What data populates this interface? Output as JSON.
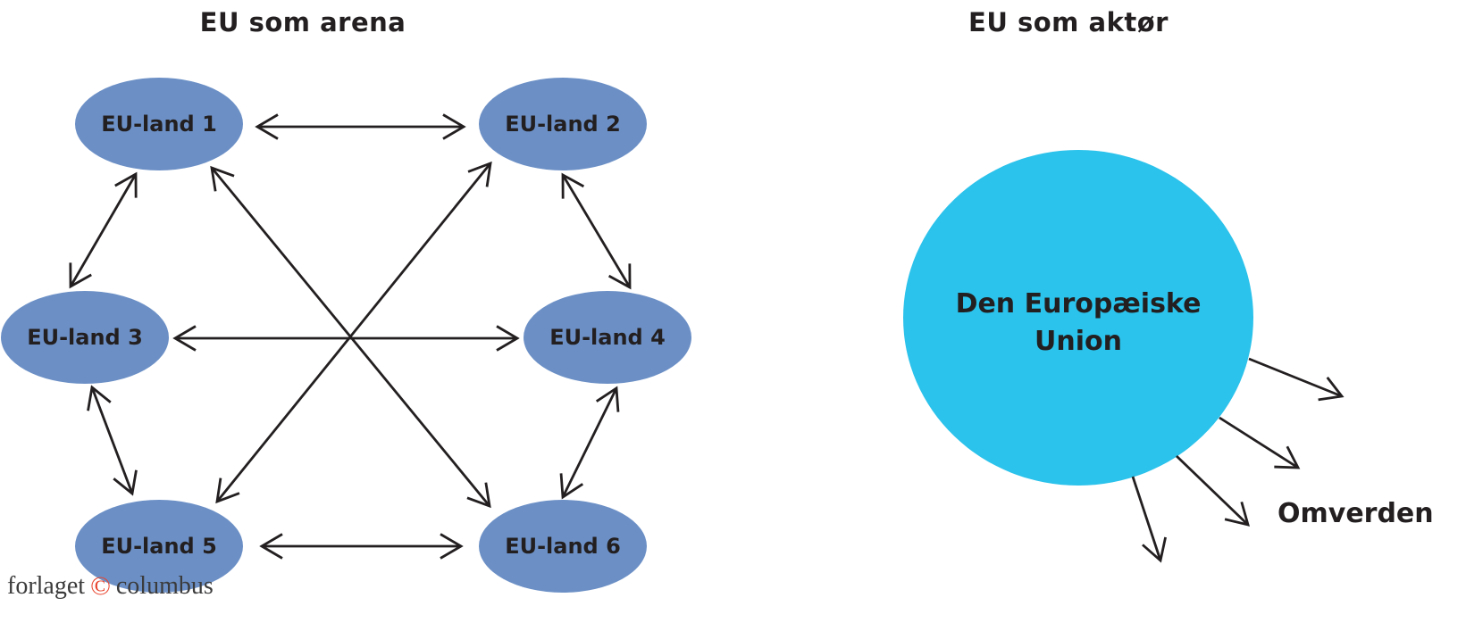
{
  "left_panel": {
    "title": "EU som arena",
    "nodes": [
      {
        "label": "EU-land 1"
      },
      {
        "label": "EU-land 2"
      },
      {
        "label": "EU-land 3"
      },
      {
        "label": "EU-land 4"
      },
      {
        "label": "EU-land 5"
      },
      {
        "label": "EU-land 6"
      }
    ]
  },
  "right_panel": {
    "title": "EU som aktør",
    "actor_label_line1": "Den Europæiske",
    "actor_label_line2": "Union",
    "environment_label": "Omverden"
  },
  "footer_logo": {
    "prefix": "forlaget",
    "copyright": "©",
    "suffix": "columbus"
  },
  "colors": {
    "node_fill": "#6c90c6",
    "actor_fill": "#2bc2eb",
    "arrow": "#231f20",
    "text": "#231f20",
    "logo_text": "#3b3b3c",
    "logo_mark": "#e8432d",
    "background": "#ffffff"
  }
}
